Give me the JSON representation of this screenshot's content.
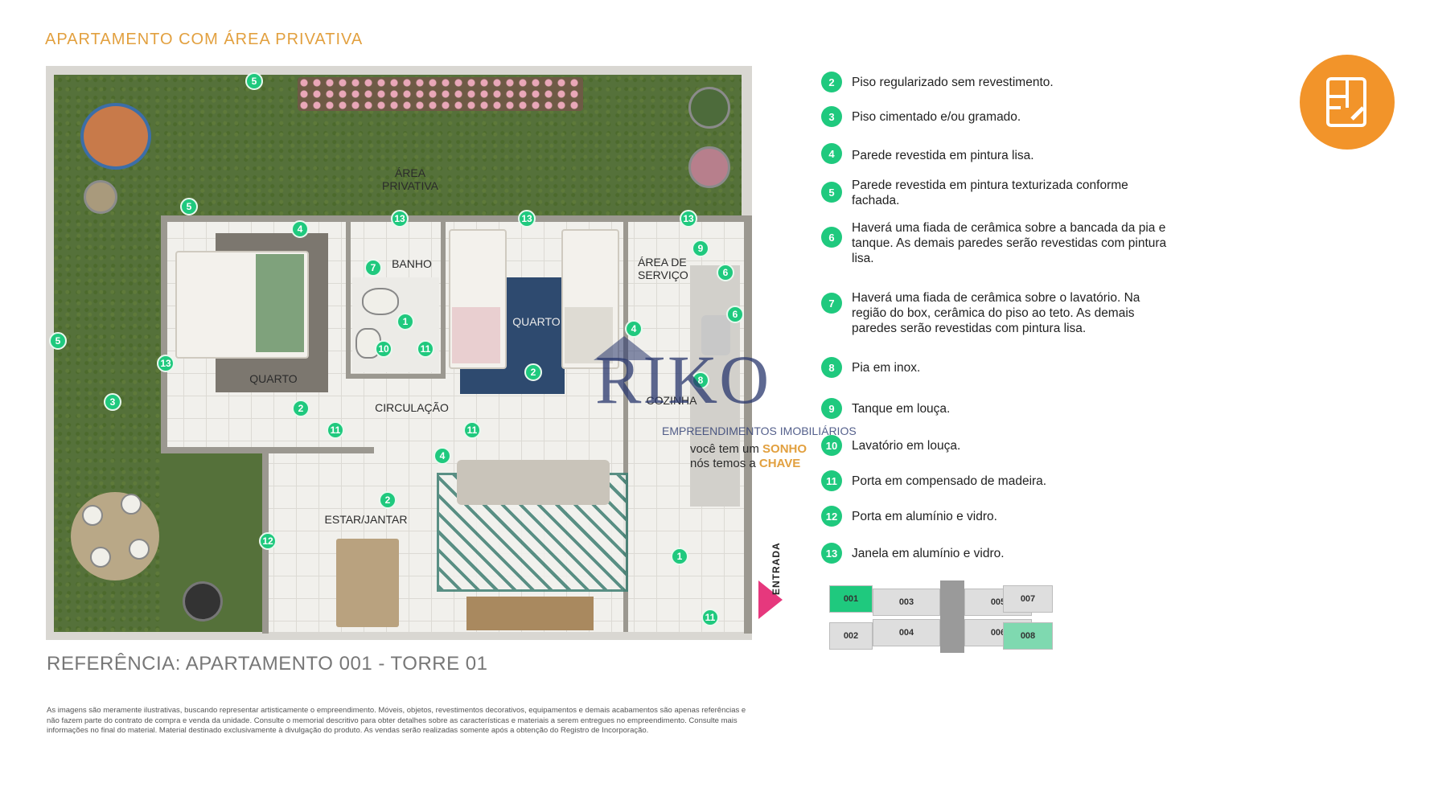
{
  "page_title": "APARTAMENTO COM ÁREA PRIVATIVA",
  "rooms": {
    "area_privativa": "ÁREA\nPRIVATIVA",
    "banho": "BANHO",
    "quarto_1": "QUARTO",
    "quarto_2": "QUARTO",
    "area_servico": "ÁREA DE\nSERVIÇO",
    "circulacao": "CIRCULAÇÃO",
    "cozinha": "COZINHA",
    "estar_jantar": "ESTAR/JANTAR",
    "entrada": "ENTRADA"
  },
  "plan_markers": [
    "5",
    "5",
    "4",
    "13",
    "13",
    "13",
    "9",
    "6",
    "6",
    "7",
    "1",
    "10",
    "11",
    "13",
    "5",
    "3",
    "2",
    "2",
    "4",
    "8",
    "11",
    "11",
    "4",
    "2",
    "12",
    "1",
    "11"
  ],
  "watermark": {
    "logo": "RIKO",
    "subtitle": "EMPREENDIMENTOS IMOBILIÁRIOS",
    "slogan_1": "você tem um",
    "slogan_1_highlight": "SONHO",
    "slogan_2": "nós temos a",
    "slogan_2_highlight": "CHAVE"
  },
  "legend": [
    {
      "num": "2",
      "text": "Piso regularizado sem revestimento."
    },
    {
      "num": "3",
      "text": "Piso cimentado e/ou gramado."
    },
    {
      "num": "4",
      "text": "Parede revestida em pintura lisa."
    },
    {
      "num": "5",
      "text": "Parede revestida em pintura texturizada conforme fachada."
    },
    {
      "num": "6",
      "text": "Haverá uma fiada de cerâmica sobre a bancada da pia e tanque. As demais paredes serão revestidas com pintura lisa."
    },
    {
      "num": "7",
      "text": "Haverá uma fiada de cerâmica sobre o lavatório. Na região do box, cerâmica do piso ao teto. As demais paredes serão revestidas com pintura lisa."
    },
    {
      "num": "8",
      "text": "Pia em inox."
    },
    {
      "num": "9",
      "text": "Tanque em louça."
    },
    {
      "num": "10",
      "text": "Lavatório em louça."
    },
    {
      "num": "11",
      "text": "Porta em compensado de madeira."
    },
    {
      "num": "12",
      "text": "Porta em alumínio e vidro."
    },
    {
      "num": "13",
      "text": "Janela em alumínio e vidro."
    }
  ],
  "unit_map": {
    "top": [
      "001",
      "003",
      "005",
      "007"
    ],
    "bottom": [
      "002",
      "004",
      "006",
      "008"
    ],
    "highlight_color": "#1fc97e",
    "alt_highlight_color": "#7fd9b0"
  },
  "reference_title": "REFERÊNCIA: APARTAMENTO 001 - TORRE 01",
  "disclaimer": "As imagens são meramente ilustrativas, buscando representar artisticamente o empreendimento. Móveis, objetos, revestimentos decorativos, equipamentos e demais acabamentos são apenas referências e não fazem parte do contrato de compra e venda da unidade. Consulte o memorial descritivo para obter detalhes sobre as características e materiais a serem entregues no empreendimento. Consulte mais informações no final do material. Material destinado exclusivamente à divulgação do produto. As vendas serão realizadas somente após a obtenção do Registro de Incorporação.",
  "colors": {
    "accent_title": "#e2a03f",
    "marker_green": "#1fc97e",
    "entrance_pink": "#e6387d",
    "icon_orange": "#f2942a"
  },
  "icons": {
    "floorplan": "floorplan-edit-icon"
  }
}
